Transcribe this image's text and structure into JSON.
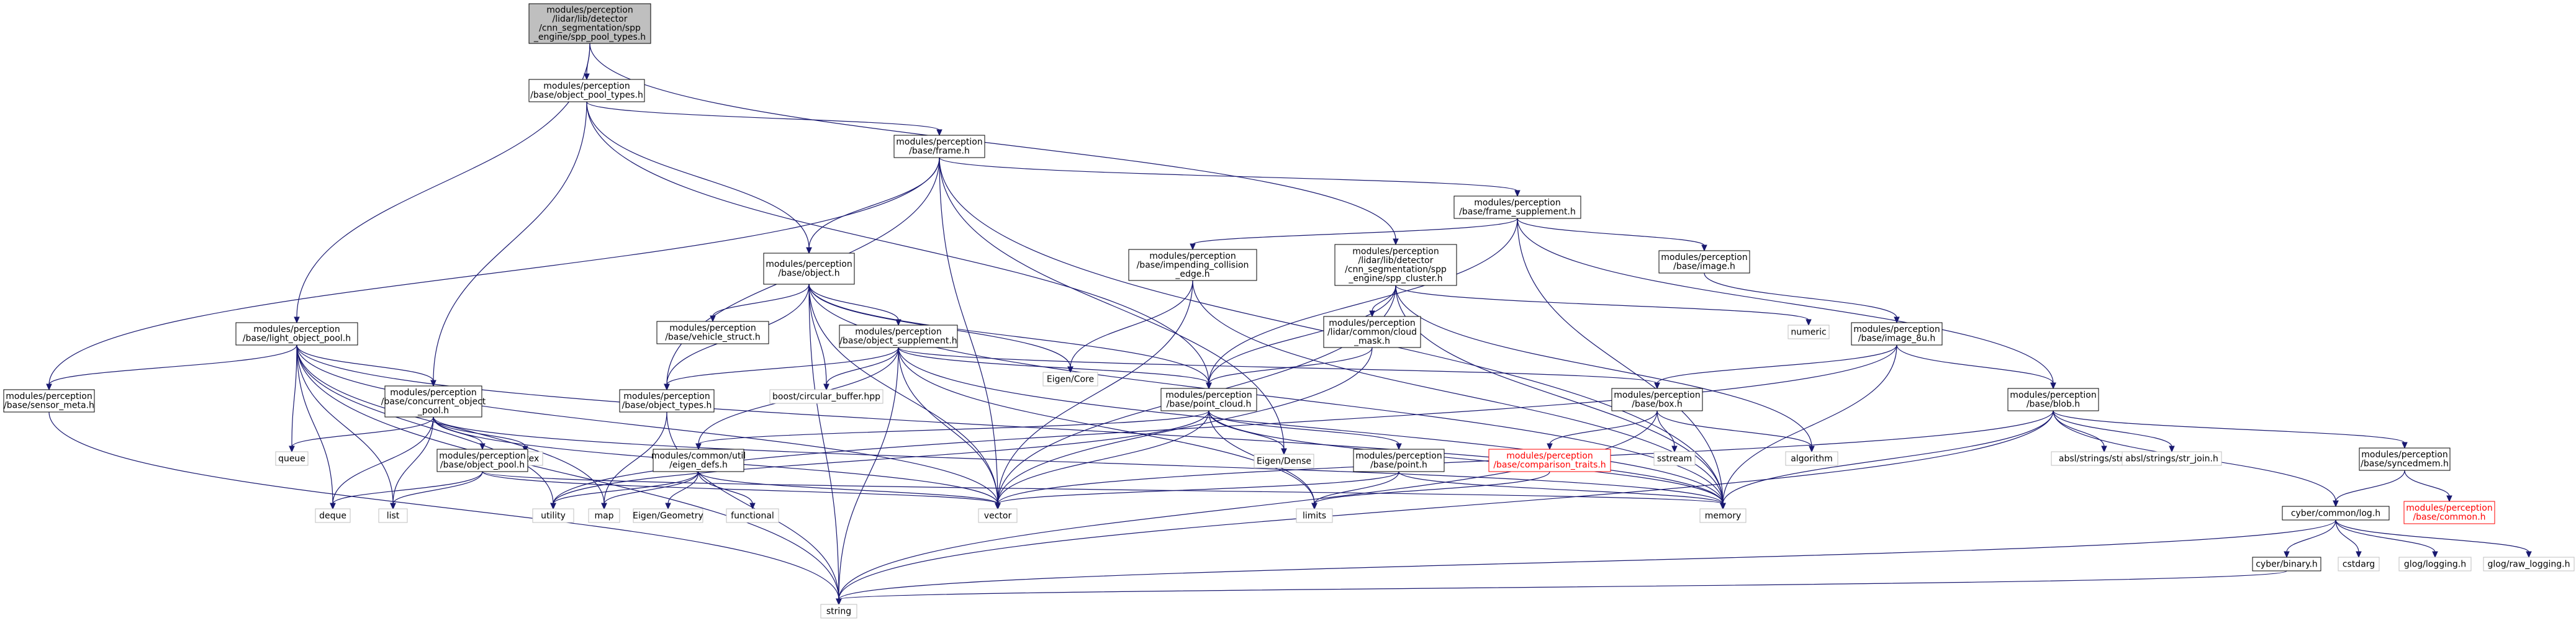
{
  "graph": {
    "title": "",
    "colors": {
      "edge": "#191970",
      "root_fill": "#bfbfbf",
      "missing": "#ff0000",
      "external_border": "#bfbfbf"
    },
    "nodes": [
      {
        "id": "root",
        "kind": "root",
        "lines": [
          "modules/perception",
          "/lidar/lib/detector",
          "/cnn_segmentation/spp",
          "_engine/spp_pool_types.h"
        ]
      },
      {
        "id": "object_pool_types",
        "kind": "local",
        "lines": [
          "modules/perception",
          "/base/object_pool_types.h"
        ]
      },
      {
        "id": "frame",
        "kind": "local",
        "lines": [
          "modules/perception",
          "/base/frame.h"
        ]
      },
      {
        "id": "frame_supplement",
        "kind": "local",
        "lines": [
          "modules/perception",
          "/base/frame_supplement.h"
        ]
      },
      {
        "id": "object",
        "kind": "local",
        "lines": [
          "modules/perception",
          "/base/object.h"
        ]
      },
      {
        "id": "impending_collision_edge",
        "kind": "local",
        "lines": [
          "modules/perception",
          "/base/impending_collision",
          "_edge.h"
        ]
      },
      {
        "id": "spp_cluster",
        "kind": "local",
        "lines": [
          "modules/perception",
          "/lidar/lib/detector",
          "/cnn_segmentation/spp",
          "_engine/spp_cluster.h"
        ]
      },
      {
        "id": "image",
        "kind": "local",
        "lines": [
          "modules/perception",
          "/base/image.h"
        ]
      },
      {
        "id": "light_object_pool",
        "kind": "local",
        "lines": [
          "modules/perception",
          "/base/light_object_pool.h"
        ]
      },
      {
        "id": "vehicle_struct",
        "kind": "local",
        "lines": [
          "modules/perception",
          "/base/vehicle_struct.h"
        ]
      },
      {
        "id": "object_supplement",
        "kind": "local",
        "lines": [
          "modules/perception",
          "/base/object_supplement.h"
        ]
      },
      {
        "id": "eigen_core",
        "kind": "external",
        "lines": [
          "Eigen/Core"
        ]
      },
      {
        "id": "cloud_mask",
        "kind": "local",
        "lines": [
          "modules/perception",
          "/lidar/common/cloud",
          "_mask.h"
        ]
      },
      {
        "id": "numeric",
        "kind": "external",
        "lines": [
          "numeric"
        ]
      },
      {
        "id": "image_8u",
        "kind": "local",
        "lines": [
          "modules/perception",
          "/base/image_8u.h"
        ]
      },
      {
        "id": "sensor_meta",
        "kind": "local",
        "lines": [
          "modules/perception",
          "/base/sensor_meta.h"
        ]
      },
      {
        "id": "concurrent_object_pool",
        "kind": "local",
        "lines": [
          "modules/perception",
          "/base/concurrent_object",
          "_pool.h"
        ]
      },
      {
        "id": "object_types",
        "kind": "local",
        "lines": [
          "modules/perception",
          "/base/object_types.h"
        ]
      },
      {
        "id": "boost_circular_buffer",
        "kind": "external",
        "lines": [
          "boost/circular_buffer.hpp"
        ]
      },
      {
        "id": "point_cloud",
        "kind": "local",
        "lines": [
          "modules/perception",
          "/base/point_cloud.h"
        ]
      },
      {
        "id": "box",
        "kind": "local",
        "lines": [
          "modules/perception",
          "/base/box.h"
        ]
      },
      {
        "id": "blob",
        "kind": "local",
        "lines": [
          "modules/perception",
          "/base/blob.h"
        ]
      },
      {
        "id": "queue",
        "kind": "external",
        "lines": [
          "queue"
        ]
      },
      {
        "id": "mutex",
        "kind": "external",
        "lines": [
          "mutex"
        ]
      },
      {
        "id": "object_pool",
        "kind": "local",
        "lines": [
          "modules/perception",
          "/base/object_pool.h"
        ]
      },
      {
        "id": "eigen_defs",
        "kind": "local",
        "lines": [
          "modules/common/util",
          "/eigen_defs.h"
        ]
      },
      {
        "id": "eigen_dense",
        "kind": "external",
        "lines": [
          "Eigen/Dense"
        ]
      },
      {
        "id": "point",
        "kind": "local",
        "lines": [
          "modules/perception",
          "/base/point.h"
        ]
      },
      {
        "id": "comparison_traits",
        "kind": "missing",
        "lines": [
          "modules/perception",
          "/base/comparison_traits.h"
        ]
      },
      {
        "id": "sstream",
        "kind": "external",
        "lines": [
          "sstream"
        ]
      },
      {
        "id": "algorithm",
        "kind": "external",
        "lines": [
          "algorithm"
        ]
      },
      {
        "id": "str_cat",
        "kind": "external",
        "lines": [
          "absl/strings/str_cat.h"
        ]
      },
      {
        "id": "str_join",
        "kind": "external",
        "lines": [
          "absl/strings/str_join.h"
        ]
      },
      {
        "id": "syncedmem",
        "kind": "local",
        "lines": [
          "modules/perception",
          "/base/syncedmem.h"
        ]
      },
      {
        "id": "deque",
        "kind": "external",
        "lines": [
          "deque"
        ]
      },
      {
        "id": "list",
        "kind": "external",
        "lines": [
          "list"
        ]
      },
      {
        "id": "utility",
        "kind": "external",
        "lines": [
          "utility"
        ]
      },
      {
        "id": "map",
        "kind": "external",
        "lines": [
          "map"
        ]
      },
      {
        "id": "eigen_geometry",
        "kind": "external",
        "lines": [
          "Eigen/Geometry"
        ]
      },
      {
        "id": "functional",
        "kind": "external",
        "lines": [
          "functional"
        ]
      },
      {
        "id": "vector",
        "kind": "external",
        "lines": [
          "vector"
        ]
      },
      {
        "id": "limits",
        "kind": "external",
        "lines": [
          "limits"
        ]
      },
      {
        "id": "memory",
        "kind": "external",
        "lines": [
          "memory"
        ]
      },
      {
        "id": "log",
        "kind": "local",
        "lines": [
          "cyber/common/log.h"
        ]
      },
      {
        "id": "common_h",
        "kind": "missing",
        "lines": [
          "modules/perception",
          "/base/common.h"
        ]
      },
      {
        "id": "binary",
        "kind": "local",
        "lines": [
          "cyber/binary.h"
        ]
      },
      {
        "id": "cstdarg",
        "kind": "external",
        "lines": [
          "cstdarg"
        ]
      },
      {
        "id": "glog_logging",
        "kind": "external",
        "lines": [
          "glog/logging.h"
        ]
      },
      {
        "id": "glog_raw_logging",
        "kind": "external",
        "lines": [
          "glog/raw_logging.h"
        ]
      },
      {
        "id": "string",
        "kind": "external",
        "lines": [
          "string"
        ]
      }
    ],
    "edges": [
      [
        "root",
        "object_pool_types"
      ],
      [
        "root",
        "light_object_pool"
      ],
      [
        "root",
        "spp_cluster"
      ],
      [
        "object_pool_types",
        "frame"
      ],
      [
        "object_pool_types",
        "object"
      ],
      [
        "object_pool_types",
        "concurrent_object_pool"
      ],
      [
        "object_pool_types",
        "point_cloud"
      ],
      [
        "frame",
        "frame_supplement"
      ],
      [
        "frame",
        "object"
      ],
      [
        "frame",
        "sensor_meta"
      ],
      [
        "frame",
        "object_types"
      ],
      [
        "frame",
        "vector"
      ],
      [
        "frame",
        "memory"
      ],
      [
        "frame",
        "eigen_dense"
      ],
      [
        "frame_supplement",
        "impending_collision_edge"
      ],
      [
        "frame_supplement",
        "image"
      ],
      [
        "frame_supplement",
        "blob"
      ],
      [
        "frame_supplement",
        "point_cloud"
      ],
      [
        "frame_supplement",
        "memory"
      ],
      [
        "object",
        "vehicle_struct"
      ],
      [
        "object",
        "object_supplement"
      ],
      [
        "object",
        "eigen_core"
      ],
      [
        "object",
        "boost_circular_buffer"
      ],
      [
        "object",
        "object_types"
      ],
      [
        "object",
        "point_cloud"
      ],
      [
        "object",
        "string"
      ],
      [
        "object",
        "vector"
      ],
      [
        "object",
        "memory"
      ],
      [
        "impending_collision_edge",
        "eigen_core"
      ],
      [
        "impending_collision_edge",
        "vector"
      ],
      [
        "impending_collision_edge",
        "memory"
      ],
      [
        "spp_cluster",
        "cloud_mask"
      ],
      [
        "spp_cluster",
        "point_cloud"
      ],
      [
        "spp_cluster",
        "numeric"
      ],
      [
        "spp_cluster",
        "algorithm"
      ],
      [
        "spp_cluster",
        "vector"
      ],
      [
        "spp_cluster",
        "memory"
      ],
      [
        "image",
        "image_8u"
      ],
      [
        "light_object_pool",
        "sensor_meta"
      ],
      [
        "light_object_pool",
        "concurrent_object_pool"
      ],
      [
        "light_object_pool",
        "queue"
      ],
      [
        "light_object_pool",
        "deque"
      ],
      [
        "light_object_pool",
        "list"
      ],
      [
        "light_object_pool",
        "utility"
      ],
      [
        "light_object_pool",
        "map"
      ],
      [
        "light_object_pool",
        "vector"
      ],
      [
        "light_object_pool",
        "memory"
      ],
      [
        "light_object_pool",
        "string"
      ],
      [
        "object_supplement",
        "object_types"
      ],
      [
        "object_supplement",
        "boost_circular_buffer"
      ],
      [
        "object_supplement",
        "point_cloud"
      ],
      [
        "object_supplement",
        "box"
      ],
      [
        "object_supplement",
        "eigen_defs"
      ],
      [
        "object_supplement",
        "vector"
      ],
      [
        "object_supplement",
        "string"
      ],
      [
        "object_supplement",
        "limits"
      ],
      [
        "object_supplement",
        "memory"
      ],
      [
        "cloud_mask",
        "point_cloud"
      ],
      [
        "cloud_mask",
        "vector"
      ],
      [
        "image_8u",
        "box"
      ],
      [
        "image_8u",
        "blob"
      ],
      [
        "image_8u",
        "utility"
      ],
      [
        "image_8u",
        "memory"
      ],
      [
        "sensor_meta",
        "string"
      ],
      [
        "concurrent_object_pool",
        "object_pool"
      ],
      [
        "concurrent_object_pool",
        "queue"
      ],
      [
        "concurrent_object_pool",
        "mutex"
      ],
      [
        "concurrent_object_pool",
        "deque"
      ],
      [
        "concurrent_object_pool",
        "list"
      ],
      [
        "concurrent_object_pool",
        "vector"
      ],
      [
        "concurrent_object_pool",
        "memory"
      ],
      [
        "object_types",
        "map"
      ],
      [
        "object_types",
        "string"
      ],
      [
        "point_cloud",
        "point"
      ],
      [
        "point_cloud",
        "eigen_defs"
      ],
      [
        "point_cloud",
        "eigen_dense"
      ],
      [
        "point_cloud",
        "limits"
      ],
      [
        "point_cloud",
        "vector"
      ],
      [
        "point_cloud",
        "memory"
      ],
      [
        "point_cloud",
        "utility"
      ],
      [
        "box",
        "comparison_traits"
      ],
      [
        "box",
        "sstream"
      ],
      [
        "box",
        "algorithm"
      ],
      [
        "box",
        "string"
      ],
      [
        "blob",
        "syncedmem"
      ],
      [
        "blob",
        "str_cat"
      ],
      [
        "blob",
        "str_join"
      ],
      [
        "blob",
        "log"
      ],
      [
        "blob",
        "vector"
      ],
      [
        "blob",
        "memory"
      ],
      [
        "blob",
        "string"
      ],
      [
        "object_pool",
        "deque"
      ],
      [
        "object_pool",
        "list"
      ],
      [
        "object_pool",
        "vector"
      ],
      [
        "object_pool",
        "memory"
      ],
      [
        "eigen_defs",
        "eigen_geometry"
      ],
      [
        "eigen_defs",
        "functional"
      ],
      [
        "eigen_defs",
        "map"
      ],
      [
        "eigen_defs",
        "utility"
      ],
      [
        "eigen_defs",
        "vector"
      ],
      [
        "point",
        "limits"
      ],
      [
        "point",
        "vector"
      ],
      [
        "point",
        "memory"
      ],
      [
        "comparison_traits",
        "limits"
      ],
      [
        "syncedmem",
        "common_h"
      ],
      [
        "syncedmem",
        "log"
      ],
      [
        "log",
        "binary"
      ],
      [
        "log",
        "cstdarg"
      ],
      [
        "log",
        "glog_logging"
      ],
      [
        "log",
        "glog_raw_logging"
      ],
      [
        "log",
        "string"
      ],
      [
        "binary",
        "string"
      ]
    ]
  }
}
